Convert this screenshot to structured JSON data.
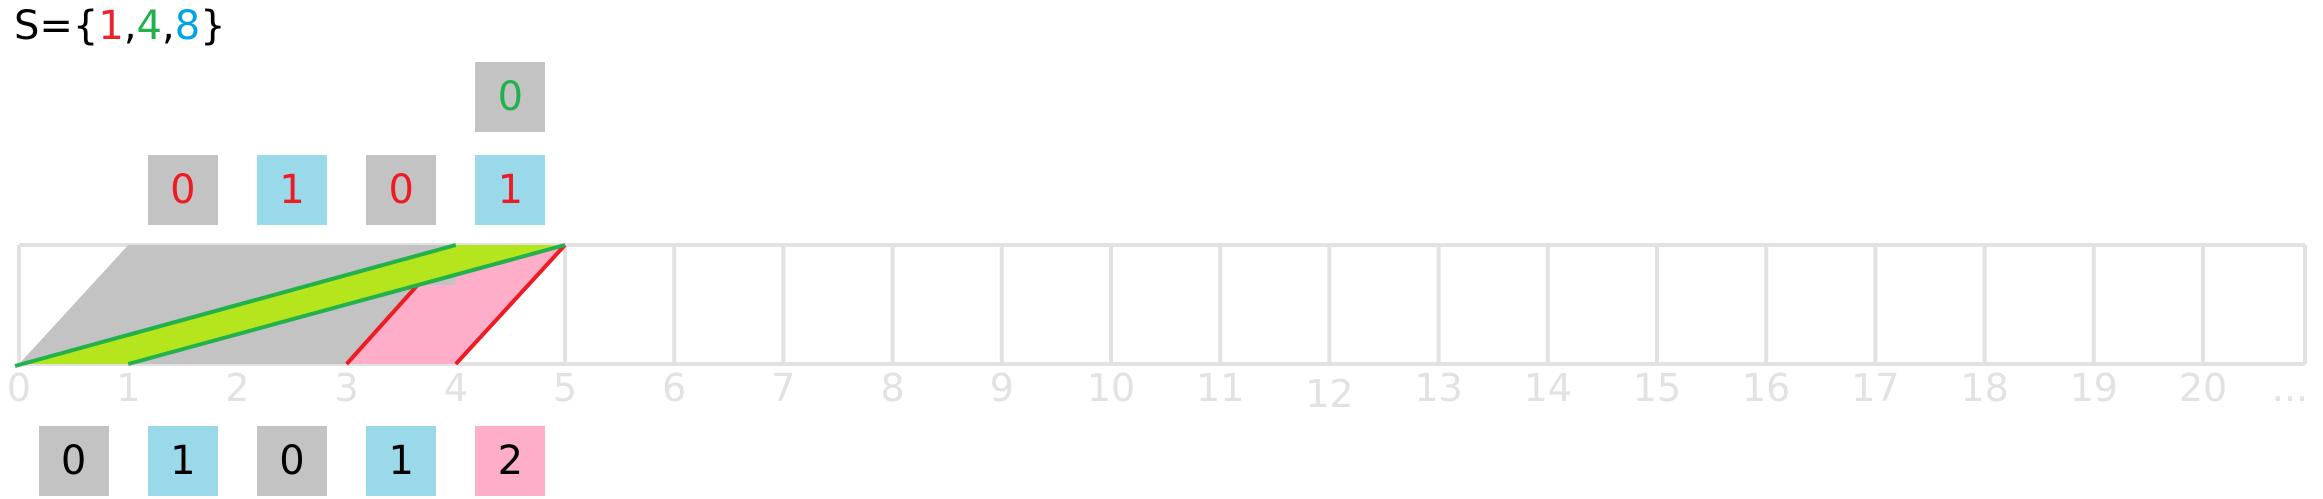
{
  "set_label": {
    "prefix": "S={",
    "elements": [
      {
        "text": "1",
        "color": "#e8232a"
      },
      {
        "text": "4",
        "color": "#22b14c"
      },
      {
        "text": "8",
        "color": "#00a2e8"
      }
    ],
    "separator": ",",
    "suffix": "}"
  },
  "colors": {
    "gray": "#c3c3c3",
    "blue": "#99d9ea",
    "pink": "#ffaec9",
    "lime": "#b5e61d",
    "green_line": "#22b14c",
    "red_line": "#ed1c24",
    "grid": "#e2e2e2",
    "red_text": "#ed1c24",
    "green_text": "#22b14c",
    "tick_text": "#e2e2e2"
  },
  "number_line": {
    "ticks": [
      "0",
      "1",
      "2",
      "3",
      "4",
      "5",
      "6",
      "7",
      "8",
      "9",
      "10",
      "11",
      "12",
      "13",
      "14",
      "15",
      "16",
      "17",
      "18",
      "19",
      "20",
      "..."
    ]
  },
  "bottom_boxes": [
    {
      "position": 0,
      "text": "0",
      "fill": "gray"
    },
    {
      "position": 1,
      "text": "1",
      "fill": "blue"
    },
    {
      "position": 2,
      "text": "0",
      "fill": "gray"
    },
    {
      "position": 3,
      "text": "1",
      "fill": "blue"
    },
    {
      "position": 4,
      "text": "2",
      "fill": "pink"
    }
  ],
  "top_boxes": [
    {
      "position": 1,
      "row": 1,
      "text": "0",
      "fill": "gray",
      "text_color": "red_text"
    },
    {
      "position": 2,
      "row": 1,
      "text": "1",
      "fill": "blue",
      "text_color": "red_text"
    },
    {
      "position": 3,
      "row": 1,
      "text": "0",
      "fill": "gray",
      "text_color": "red_text"
    },
    {
      "position": 4,
      "row": 1,
      "text": "1",
      "fill": "blue",
      "text_color": "red_text"
    },
    {
      "position": 4,
      "row": 2,
      "text": "0",
      "fill": "gray",
      "text_color": "green_text"
    }
  ]
}
